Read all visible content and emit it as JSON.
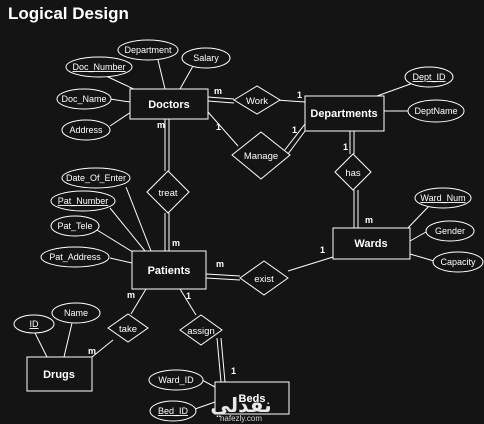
{
  "title": "Logical Design",
  "entities": {
    "doctors": "Doctors",
    "departments": "Departments",
    "wards": "Wards",
    "patients": "Patients",
    "drugs": "Drugs",
    "beds": "Beds"
  },
  "attributes": {
    "department": "Department",
    "doc_number": "Doc_Number",
    "salary": "Salary",
    "doc_name": "Doc_Name",
    "address_doc": "Address",
    "dept_id": "Dept_ID",
    "deptname": "DeptName",
    "date_of_enter": "Date_Of_Enter",
    "pat_number": "Pat_Number",
    "pat_tele": "Pat_Tele",
    "pat_address": "Pat_Address",
    "ward_num": "Ward_Num",
    "gender": "Gender",
    "capacity": "Capacity",
    "drug_id": "ID",
    "drug_name": "Name",
    "ward_id": "Ward_ID",
    "bed_id": "Bed_ID"
  },
  "relationships": {
    "work": "Work",
    "manage": "Manage",
    "treat": "treat",
    "has": "has",
    "exist": "exist",
    "take": "take",
    "assign": "assign"
  },
  "cardinalities": {
    "doctors_work": "m",
    "work_departments": "1",
    "doctors_manage": "1",
    "manage_departments": "1",
    "doctors_treat": "m",
    "treat_patients": "m",
    "departments_has": "1",
    "has_wards": "m",
    "patients_exist": "m",
    "exist_wards": "1",
    "patients_take": "m",
    "take_drugs": "m",
    "patients_assign": "1",
    "assign_beds": "1"
  },
  "watermark": {
    "arabic": "نفذلي",
    "url": "nafezly.com"
  }
}
